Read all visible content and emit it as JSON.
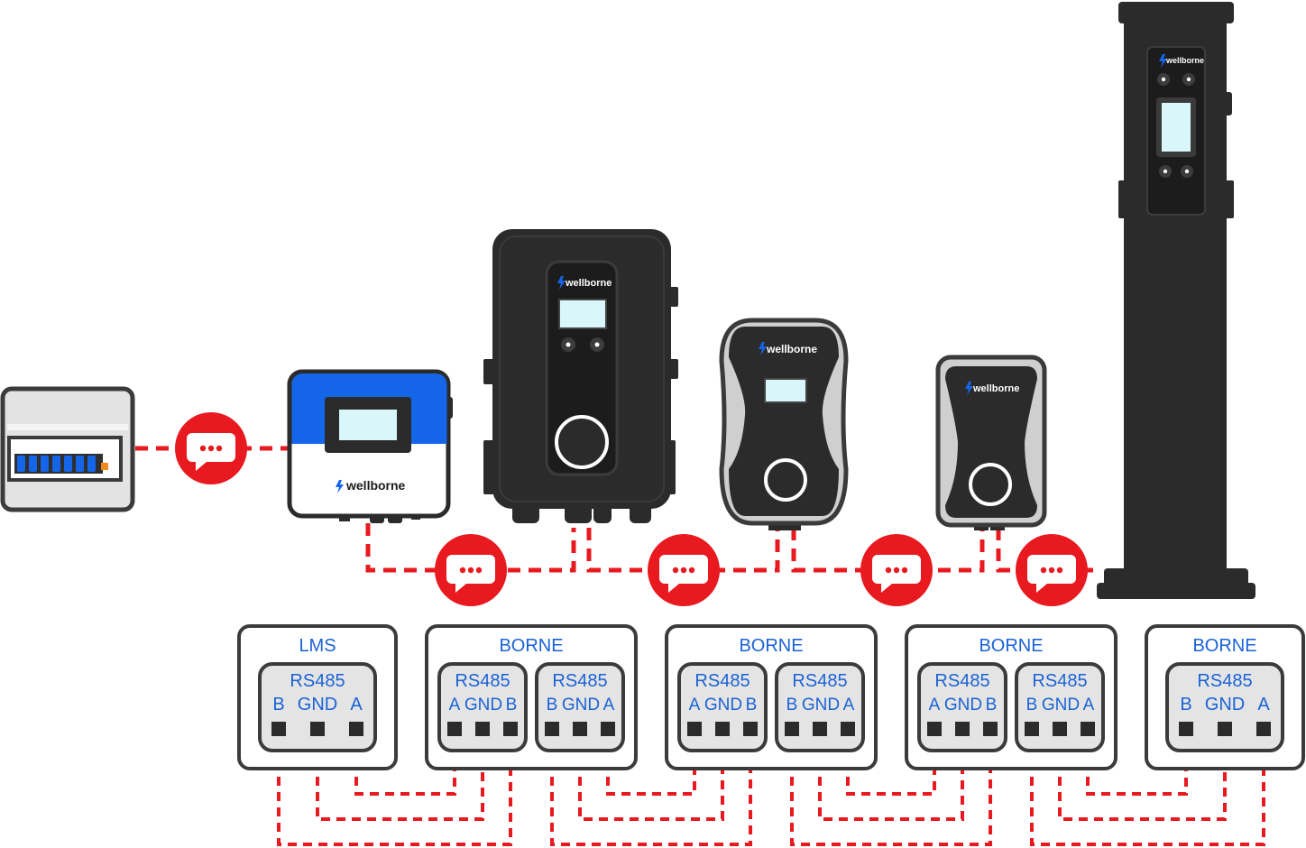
{
  "brand": "wellborne",
  "colors": {
    "wire": "#e8191f",
    "label_blue": "#1a63d6",
    "device_dark": "#2b2b2b",
    "lms_blue": "#1565e8",
    "screen": "#d9f7fb",
    "terminal_bg": "#e4e4e4"
  },
  "panels": [
    {
      "title": "LMS",
      "ports": [
        {
          "label": "RS485",
          "pins": [
            "B",
            "GND",
            "A"
          ]
        }
      ]
    },
    {
      "title": "BORNE",
      "ports": [
        {
          "label": "RS485",
          "pins": [
            "A",
            "GND",
            "B"
          ]
        },
        {
          "label": "RS485",
          "pins": [
            "B",
            "GND",
            "A"
          ]
        }
      ]
    },
    {
      "title": "BORNE",
      "ports": [
        {
          "label": "RS485",
          "pins": [
            "A",
            "GND",
            "B"
          ]
        },
        {
          "label": "RS485",
          "pins": [
            "B",
            "GND",
            "A"
          ]
        }
      ]
    },
    {
      "title": "BORNE",
      "ports": [
        {
          "label": "RS485",
          "pins": [
            "A",
            "GND",
            "B"
          ]
        },
        {
          "label": "RS485",
          "pins": [
            "B",
            "GND",
            "A"
          ]
        }
      ]
    },
    {
      "title": "BORNE",
      "ports": [
        {
          "label": "RS485",
          "pins": [
            "B",
            "GND",
            "A"
          ]
        }
      ]
    }
  ],
  "icons": [
    "electrical-panel-icon",
    "lms-controller-icon",
    "wallbox-charger-icon",
    "wallbox-charger-icon",
    "wallbox-charger-icon",
    "pillar-charger-icon",
    "chat-bubble-icon"
  ]
}
